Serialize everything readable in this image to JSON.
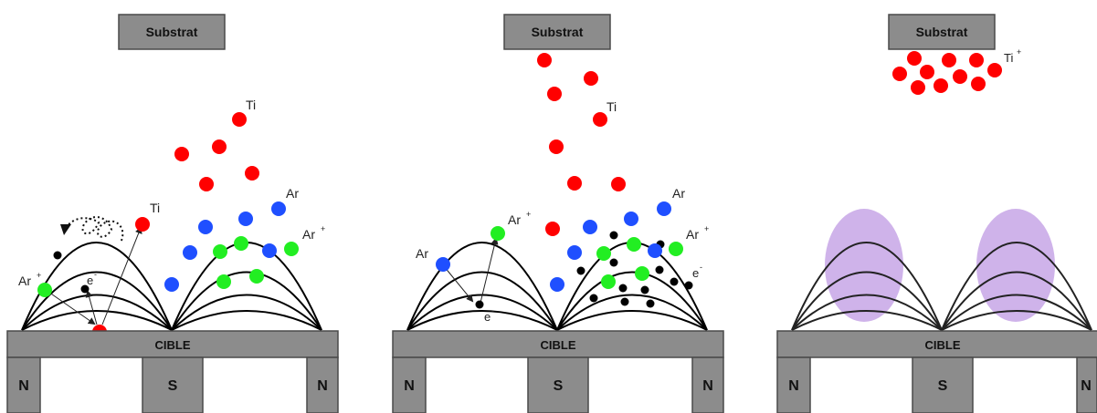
{
  "colors": {
    "box_fill": "#8c8c8c",
    "box_stroke": "#4a4a4a",
    "ti": "#ff0000",
    "ar": "#1f4fff",
    "ar_ion": "#22ee22",
    "electron": "#000000",
    "plasma": "#c7a6e6"
  },
  "panels": [
    {
      "substrate": "Substrat",
      "target": "CIBLE",
      "magnets": [
        "N",
        "S",
        "N"
      ],
      "labels": {
        "ti_top": "Ti",
        "ti_mid": "Ti",
        "ar": "Ar",
        "ar_ion": "Ar",
        "ar_ion_sup": "+",
        "ar_ion_left": "Ar",
        "ar_ion_left_sup": "+",
        "electron": "e",
        "electron_sup": "-"
      }
    },
    {
      "substrate": "Substrat",
      "target": "CIBLE",
      "magnets": [
        "N",
        "S",
        "N"
      ],
      "labels": {
        "ti": "Ti",
        "ar": "Ar",
        "ar_ion_right": "Ar",
        "ar_ion_right_sup": "+",
        "ar_ion": "Ar",
        "ar_ion_sup": "+",
        "ar_left": "Ar",
        "electron": "e",
        "electron_sup": "-",
        "electron_right": "e",
        "electron_right_sup": "-"
      }
    },
    {
      "substrate": "Substrat",
      "target": "CIBLE",
      "magnets": [
        "N",
        "S",
        "N"
      ],
      "labels": {
        "ti_ion": "Ti",
        "ti_ion_sup": "+"
      }
    }
  ]
}
